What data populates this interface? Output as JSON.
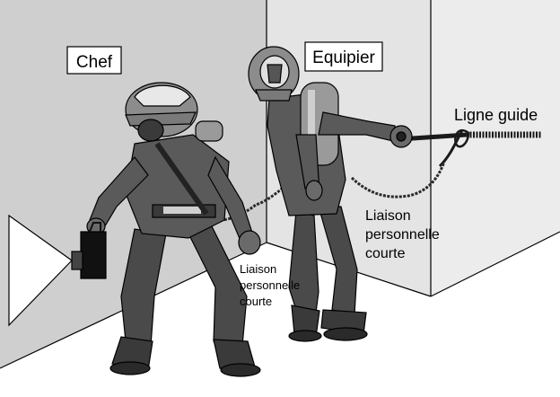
{
  "labels": {
    "chef": "Chef",
    "equipier": "Equipier",
    "ligne_guide": "Ligne guide",
    "liaison_right": [
      "Liaison",
      "personnelle",
      "courte"
    ],
    "liaison_center": [
      "Liaison",
      "personnelle",
      "courte"
    ]
  },
  "colors": {
    "wall_left": "#cfcfcf",
    "wall_back": "#e3e3e3",
    "wall_right": "#ebebeb",
    "floor": "#ffffff",
    "suit": "#5a5a5a",
    "suit_dark": "#3a3a3a",
    "helmet": "#8a8a8a",
    "outline": "#000000"
  },
  "icons": [
    "flashlight-icon",
    "guide-rope-icon",
    "helmet-icon",
    "breathing-apparatus-icon"
  ]
}
